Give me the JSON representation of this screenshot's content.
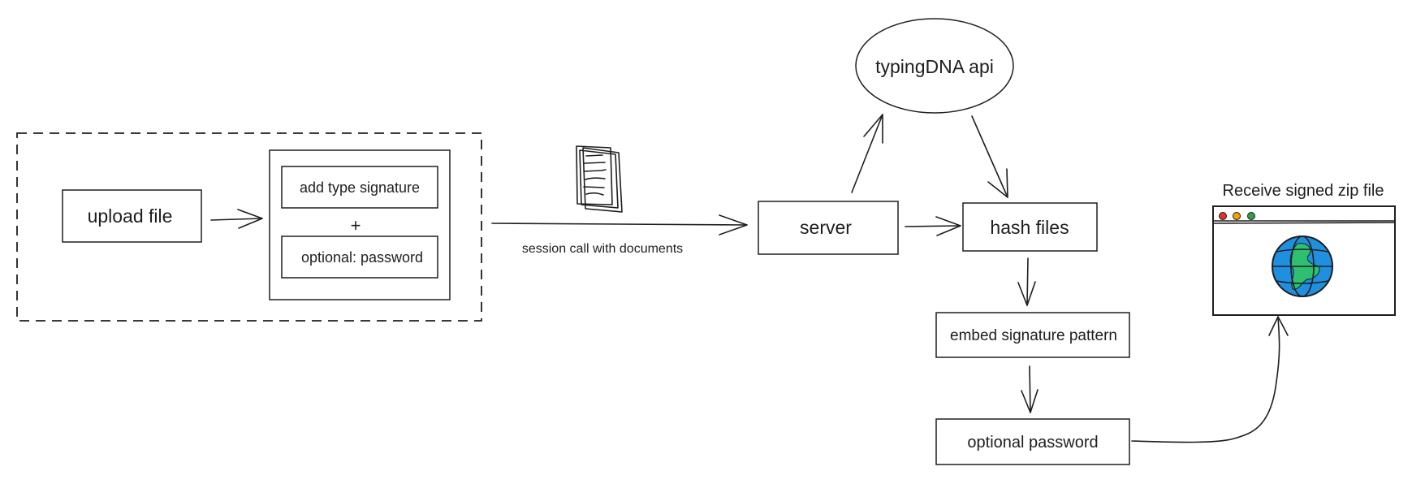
{
  "diagram": {
    "nodes": {
      "upload_file": "upload file",
      "add_type_signature": "add type signature",
      "plus": "+",
      "optional_password_input": "optional: password",
      "server": "server",
      "typingdna_api": "typingDNA api",
      "hash_files": "hash files",
      "embed_signature_pattern": "embed signature pattern",
      "optional_password": "optional password",
      "receive_title": "Receive signed zip file"
    },
    "edge_labels": {
      "session_call": "session call with documents"
    },
    "icons": {
      "documents": "documents-stack-icon",
      "browser": "browser-window-icon",
      "globe": "globe-icon"
    },
    "colors": {
      "stroke": "#1e1e1e",
      "globe_ocean": "#1f8fe0",
      "globe_land": "#2fbf71",
      "dot_red": "#e03131",
      "dot_yellow": "#f59f00",
      "dot_green": "#2f9e44"
    }
  }
}
